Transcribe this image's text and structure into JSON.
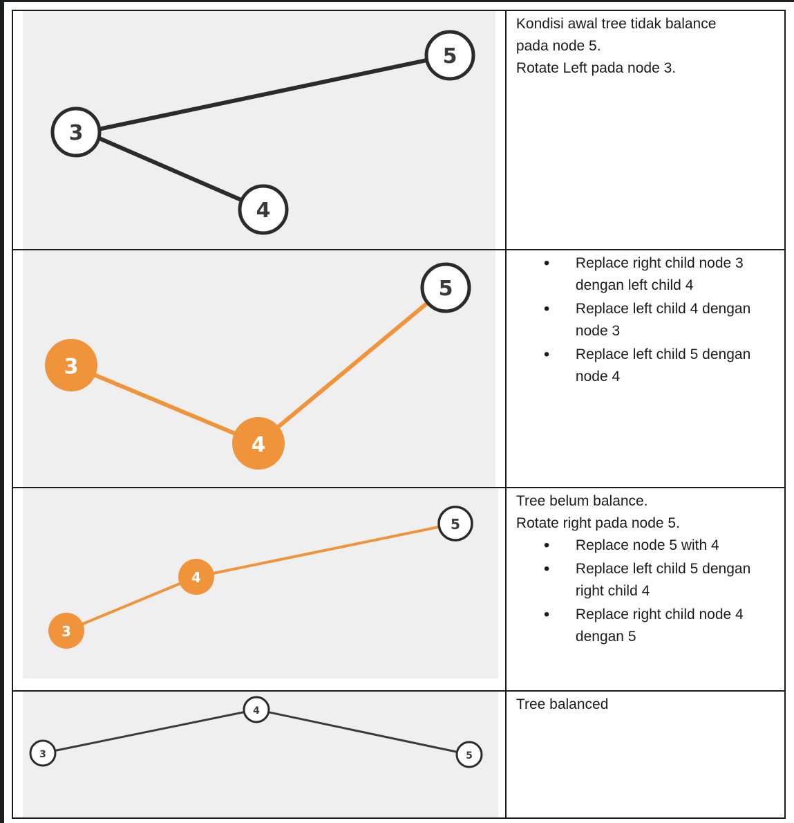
{
  "colors": {
    "black_edge": "#2b2b2b",
    "orange": "#f0943c",
    "diagram_bg": "#efefef"
  },
  "rows": [
    {
      "nodes": {
        "a": "3",
        "b": "4",
        "c": "5"
      },
      "text_lines": [
        "Kondisi awal tree tidak balance",
        "pada node 5.",
        "Rotate Left pada node 3."
      ],
      "bullets": []
    },
    {
      "nodes": {
        "a": "3",
        "b": "4",
        "c": "5"
      },
      "text_lines": [],
      "bullets": [
        "Replace right child node 3 dengan left child 4",
        "Replace left child 4 dengan node 3",
        "Replace left child 5 dengan node 4"
      ]
    },
    {
      "nodes": {
        "a": "3",
        "b": "4",
        "c": "5"
      },
      "text_lines": [
        "Tree belum balance.",
        "Rotate right pada node 5."
      ],
      "bullets": [
        "Replace node 5 with 4",
        "Replace left child 5 dengan right child 4",
        "Replace right child node 4 dengan 5"
      ]
    },
    {
      "nodes": {
        "a": "3",
        "b": "4",
        "c": "5"
      },
      "text_lines": [
        "Tree balanced"
      ],
      "bullets": []
    }
  ]
}
